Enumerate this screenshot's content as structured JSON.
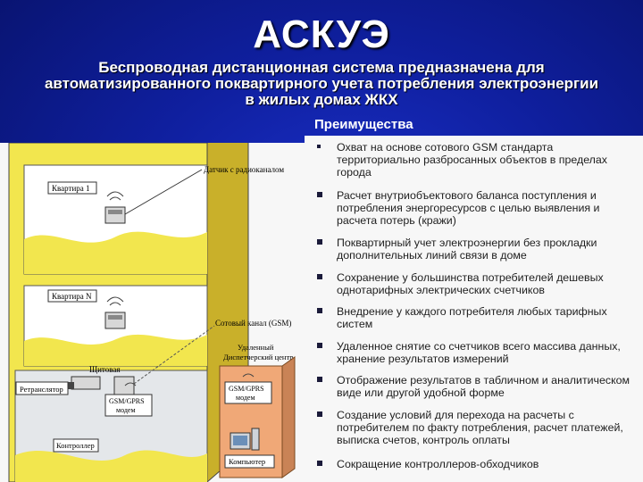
{
  "title": "АСКУЭ",
  "subtitle": {
    "line1": "Беспроводная дистанционная система предназначена для",
    "line2": "автоматизированного поквартирного учета потребления электроэнергии",
    "line3": "в жилых домах ЖКХ"
  },
  "advantages": {
    "heading": "Преимущества",
    "items": [
      "Охват на основе сотового GSM стандарта территориально разбросанных объектов в пределах города",
      "Расчет внутриобъектового баланса поступления и потребления энергоресурсов с целью выявления и расчета потерь (кражи)",
      "Поквартирный учет электроэнергии без прокладки дополнительных линий связи в доме",
      "Сохранение у большинства потребителей дешевых однотарифных электрических счетчиков",
      "Внедрение у каждого потребителя любых тарифных систем",
      "Удаленное снятие со счетчиков всего массива данных, хранение результатов измерений",
      "Отображение результатов в табличном и аналитическом виде или другой удобной форме",
      "Создание условий для перехода на расчеты с потребителем по факту потребления, расчет платежей, выписка счетов, контроль оплаты",
      "Сокращение контроллеров-обходчиков"
    ]
  },
  "diagram": {
    "sensor_label": "Датчик с радиоканалом",
    "apt1_label": "Квартира 1",
    "aptN_label": "Квартира N",
    "gsm_channel_label": "Сотовый канал (GSM)",
    "dispatch_label_1": "Удаленный",
    "dispatch_label_2": "Диспетчерский центр",
    "panel_label": "Щитовая",
    "retranslator_label": "Ретранслятор",
    "modem_label_1": "GSM/GPRS",
    "modem_label_2": "модем",
    "controller_label": "Контроллер",
    "computer_label": "Компьютер"
  },
  "colors": {
    "background": "#0f1f9e",
    "panel": "#f7f7f7",
    "building": "#f2e64e",
    "dispatch_center": "#f0a877"
  }
}
